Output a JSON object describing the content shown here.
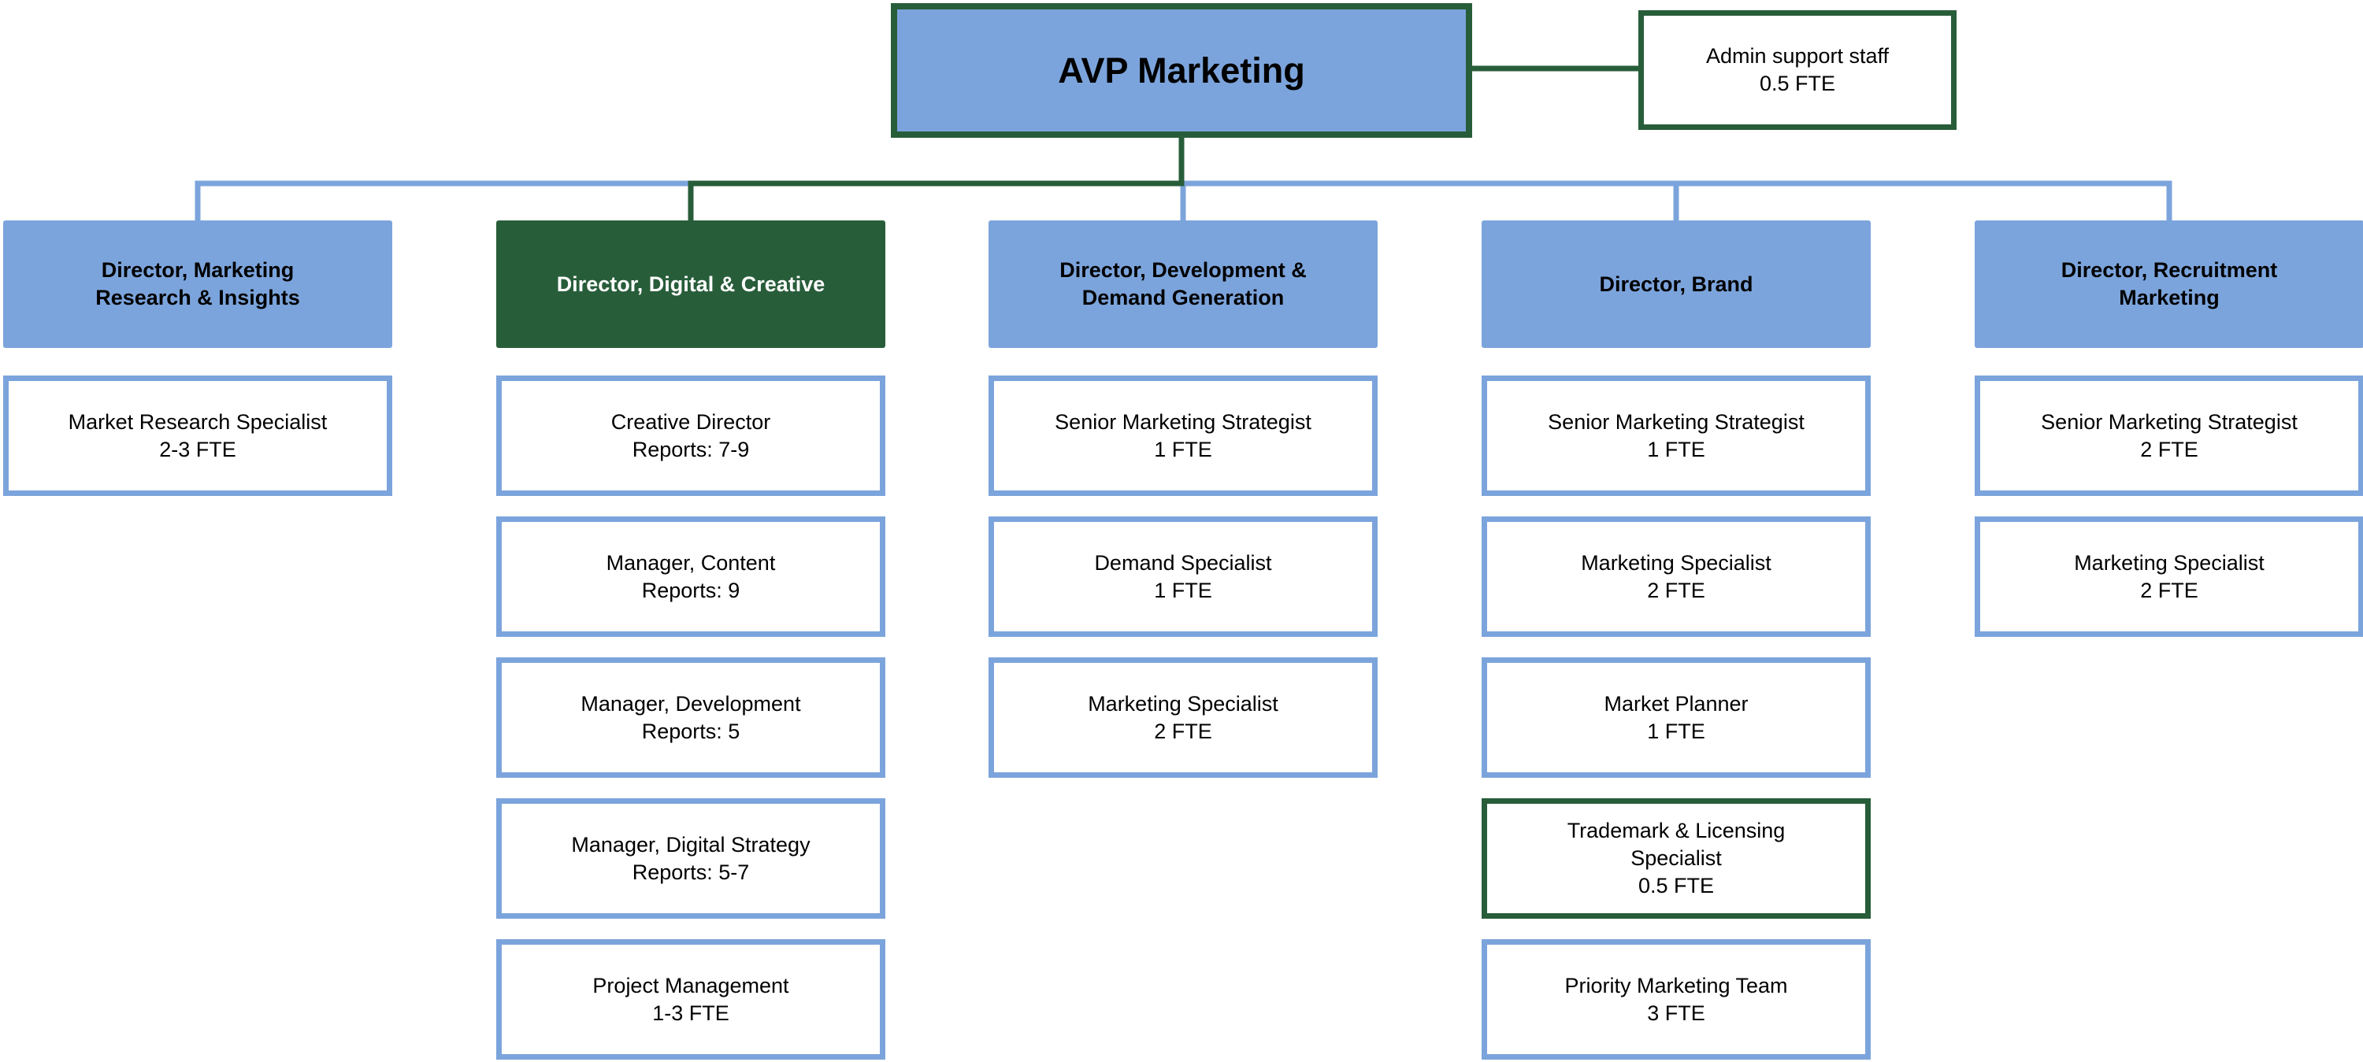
{
  "colors": {
    "blue": "#7ca4dc",
    "green": "#285d3a",
    "white": "#ffffff",
    "text": "#000000"
  },
  "top": {
    "title": "AVP Marketing"
  },
  "admin": {
    "line1": "Admin support staff",
    "line2": "0.5 FTE"
  },
  "directors": [
    {
      "title_line1": "Director, Marketing",
      "title_line2": "Research & Insights",
      "highlight": false,
      "staff": [
        {
          "line1": "Market Research Specialist",
          "line2": "2-3 FTE",
          "line3": ""
        }
      ]
    },
    {
      "title_line1": "Director, Digital & Creative",
      "title_line2": "",
      "highlight": true,
      "staff": [
        {
          "line1": "Creative Director",
          "line2": "Reports: 7-9",
          "line3": ""
        },
        {
          "line1": "Manager, Content",
          "line2": "Reports: 9",
          "line3": ""
        },
        {
          "line1": "Manager, Development",
          "line2": "Reports: 5",
          "line3": ""
        },
        {
          "line1": "Manager, Digital Strategy",
          "line2": "Reports: 5-7",
          "line3": ""
        },
        {
          "line1": "Project Management",
          "line2": "1-3 FTE",
          "line3": ""
        }
      ]
    },
    {
      "title_line1": "Director, Development &",
      "title_line2": "Demand Generation",
      "highlight": false,
      "staff": [
        {
          "line1": "Senior Marketing Strategist",
          "line2": "1 FTE",
          "line3": ""
        },
        {
          "line1": "Demand Specialist",
          "line2": "1 FTE",
          "line3": ""
        },
        {
          "line1": "Marketing Specialist",
          "line2": "2 FTE",
          "line3": ""
        }
      ]
    },
    {
      "title_line1": "Director, Brand",
      "title_line2": "",
      "highlight": false,
      "staff": [
        {
          "line1": "Senior Marketing Strategist",
          "line2": "1 FTE",
          "line3": ""
        },
        {
          "line1": "Marketing Specialist",
          "line2": "2 FTE",
          "line3": ""
        },
        {
          "line1": "Market Planner",
          "line2": "1 FTE",
          "line3": ""
        },
        {
          "line1": "Trademark & Licensing",
          "line2": "Specialist",
          "line3": "0.5 FTE",
          "highlight": true
        },
        {
          "line1": "Priority Marketing Team",
          "line2": "3 FTE",
          "line3": ""
        }
      ]
    },
    {
      "title_line1": "Director, Recruitment",
      "title_line2": "Marketing",
      "highlight": false,
      "staff": [
        {
          "line1": "Senior Marketing Strategist",
          "line2": "2 FTE",
          "line3": ""
        },
        {
          "line1": "Marketing Specialist",
          "line2": "2 FTE",
          "line3": ""
        }
      ]
    }
  ]
}
